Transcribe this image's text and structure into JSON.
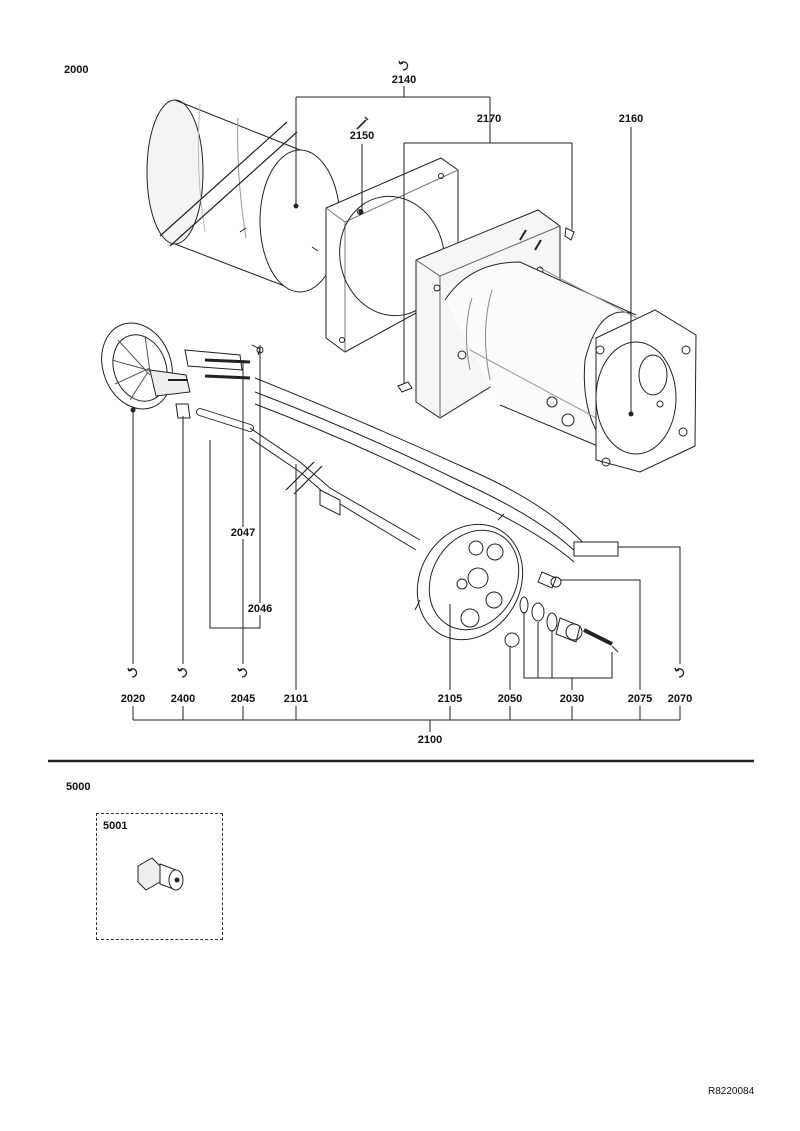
{
  "section_main": "2000",
  "section_kits": "5000",
  "kit_code": "5001",
  "drawing_ref": "R8220084",
  "labels": {
    "l2140": "2140",
    "l2150": "2150",
    "l2170": "2170",
    "l2160": "2160",
    "l2047": "2047",
    "l2046": "2046",
    "l2020": "2020",
    "l2400": "2400",
    "l2045": "2045",
    "l2101": "2101",
    "l2105": "2105",
    "l2050": "2050",
    "l2030": "2030",
    "l2075": "2075",
    "l2070": "2070",
    "l2100": "2100"
  },
  "icons": {
    "kit_symbol": "rotating-arrows-icon",
    "tool_symbol": "wrench-icon"
  }
}
